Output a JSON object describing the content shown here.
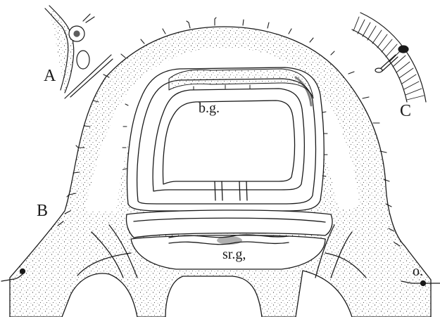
{
  "labels": {
    "panel_a": "A",
    "panel_b": "B",
    "panel_c": "C",
    "bg": "b.g.",
    "srg": "sr.g,",
    "o": "o."
  },
  "colors": {
    "ink": "#1a1a1a",
    "paper": "#ffffff"
  }
}
